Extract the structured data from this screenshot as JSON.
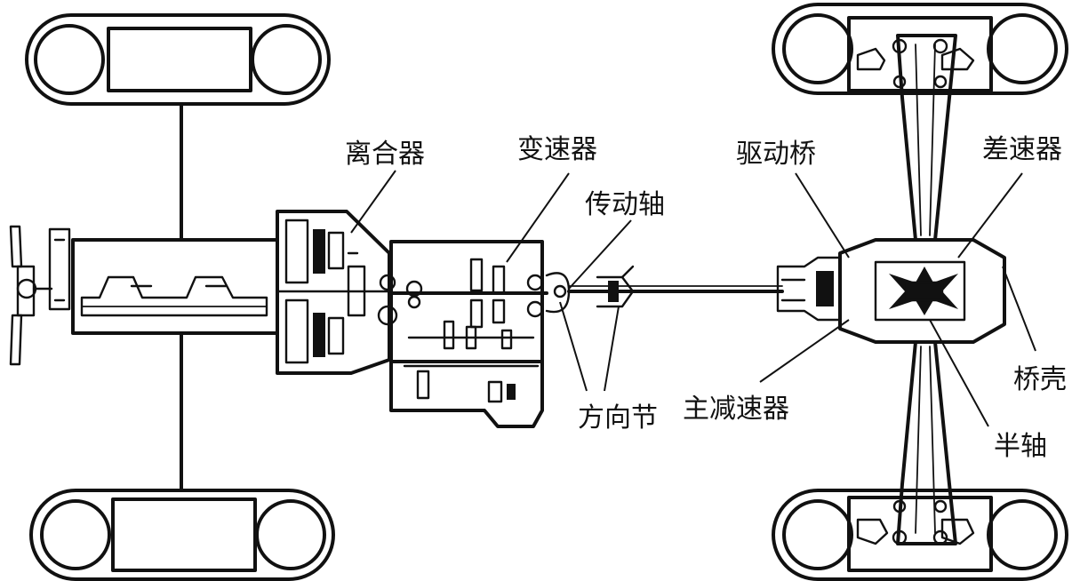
{
  "labels": {
    "clutch": "离合器",
    "gearbox": "变速器",
    "drive_shaft": "传动轴",
    "drive_axle": "驱动桥",
    "differential": "差速器",
    "universal_joint": "方向节",
    "final_drive": "主减速器",
    "axle_housing": "桥壳",
    "half_shaft": "半轴"
  },
  "colors": {
    "ink": "#111111",
    "background": "#ffffff"
  }
}
